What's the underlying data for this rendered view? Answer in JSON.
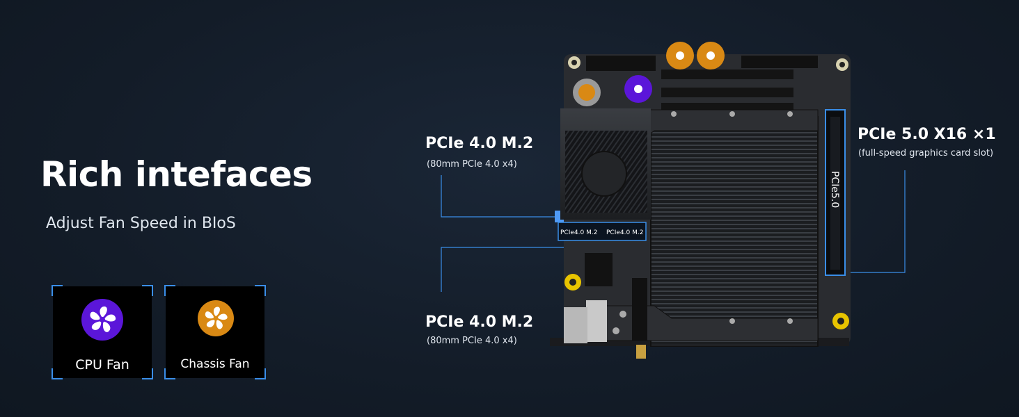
{
  "headline": {
    "title": "Rich intefaces",
    "subtitle": "Adjust Fan Speed in BIoS"
  },
  "fan_cards": [
    {
      "label": "CPU Fan",
      "icon": "fan-icon",
      "color": "#5b16d9"
    },
    {
      "label": "Chassis Fan",
      "icon": "fan-icon",
      "color": "#d98914"
    }
  ],
  "callouts": {
    "m2_top": {
      "title": "PCIe 4.0 M.2",
      "subtitle": "(80mm PCIe 4.0 x4)"
    },
    "m2_bottom": {
      "title": "PCIe 4.0 M.2",
      "subtitle": "(80mm PCIe 4.0 x4)"
    },
    "pcie_x16": {
      "title": "PCIe 5.0 X16 ×1",
      "subtitle": "(full-speed graphics card slot)"
    }
  },
  "board_labels": {
    "m2_slot_1": "PCIe4.0 M.2",
    "m2_slot_2": "PCIe4.0 M.2",
    "pcie_slot": "PCIe5.0"
  },
  "colors": {
    "accent_blue": "#3a8ee8",
    "cpu_fan": "#5b16d9",
    "chassis_fan": "#d98914"
  }
}
